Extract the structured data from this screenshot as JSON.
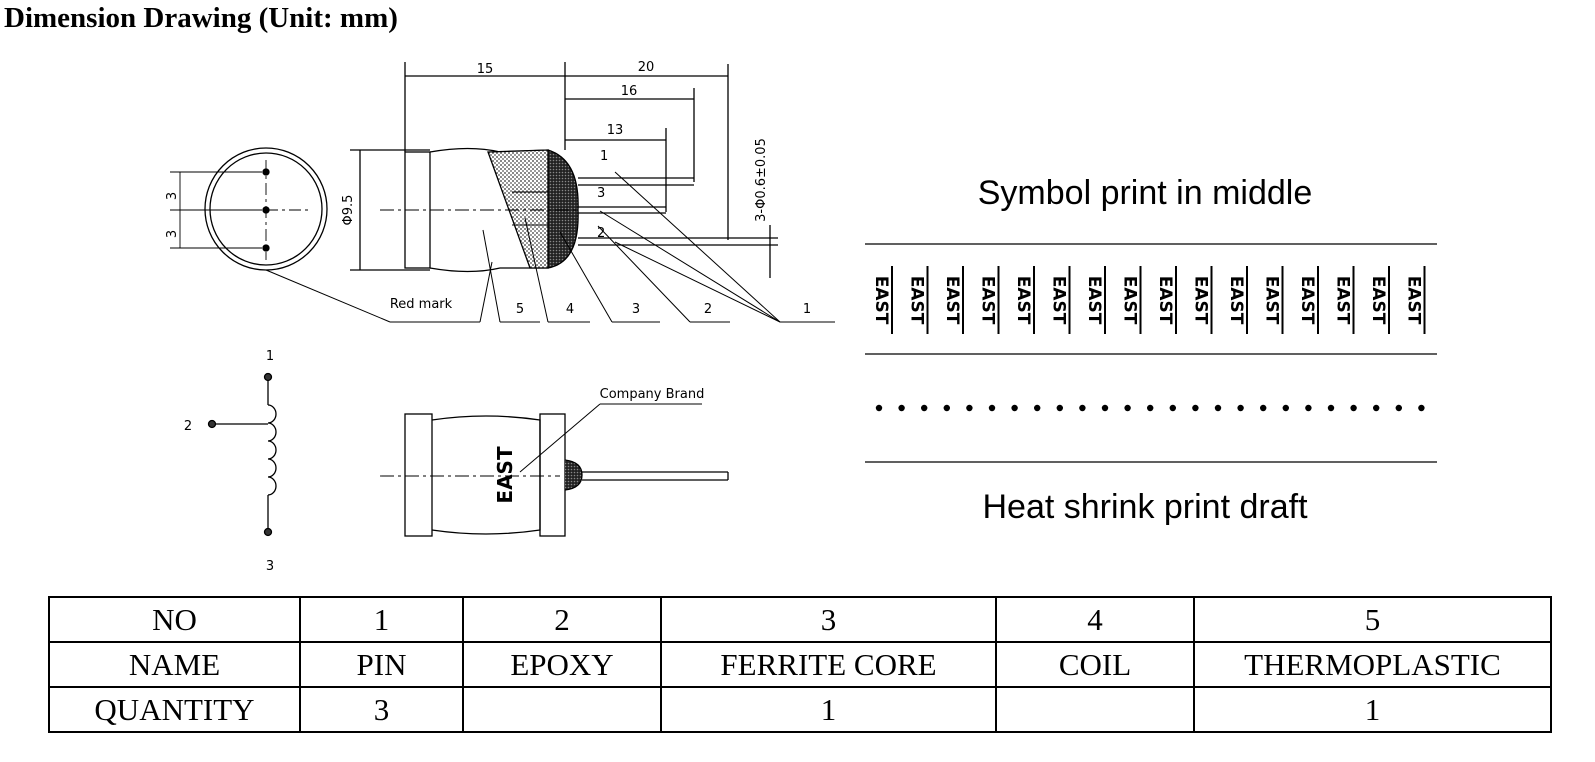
{
  "title": "Dimension Drawing (Unit: mm)",
  "drawing": {
    "dims": {
      "d15": "15",
      "d20": "20",
      "d16": "16",
      "d13": "13",
      "pin_dia": "3-Φ0.6±0.05",
      "body_dia": "Φ9.5",
      "pitch_a": "3",
      "pitch_b": "3"
    },
    "callouts": {
      "red_mark": "Red mark",
      "n5": "5",
      "n4": "4",
      "n3": "3",
      "n2": "2",
      "n1": "1"
    },
    "pin_labels": {
      "p1": "1",
      "p3": "3",
      "p2": "2"
    },
    "schematic": {
      "t1": "1",
      "t2": "2",
      "t3": "3"
    },
    "brand_label": "Company Brand",
    "brand_mark": "EAST"
  },
  "print_draft": {
    "symbol_caption": "Symbol print in middle",
    "heat_caption": "Heat shrink print draft",
    "repeat_text": "EAST",
    "repeat_count": 16,
    "dot_count": 25
  },
  "parts_table": {
    "rows": [
      [
        "NO",
        "1",
        "2",
        "3",
        "4",
        "5"
      ],
      [
        "NAME",
        "PIN",
        "EPOXY",
        "FERRITE CORE",
        "COIL",
        "THERMOPLASTIC"
      ],
      [
        "QUANTITY",
        "3",
        "",
        "1",
        "",
        "1"
      ]
    ]
  }
}
